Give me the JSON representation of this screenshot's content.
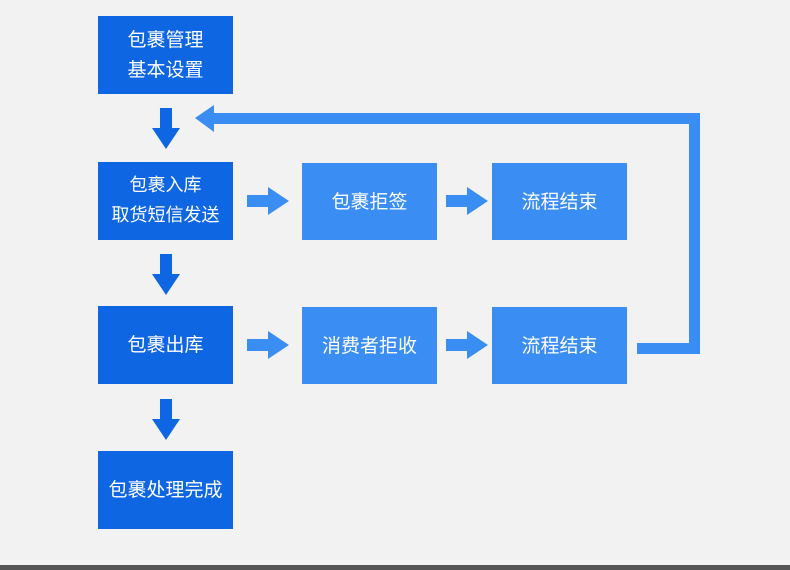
{
  "colors": {
    "dark_node": "#0f66e3",
    "light_node": "#3a8df2",
    "down_arrow": "#0f66e3",
    "right_arrow": "#3a8df2",
    "background": "#f2f2f2"
  },
  "nodes": {
    "basic_settings": {
      "line1": "包裹管理",
      "line2": "基本设置"
    },
    "inbound": {
      "line1": "包裹入库",
      "line2": "取货短信发送"
    },
    "reject_sign": {
      "label": "包裹拒签"
    },
    "end_top": {
      "label": "流程结束"
    },
    "outbound": {
      "label": "包裹出库"
    },
    "consumer_reject": {
      "label": "消费者拒收"
    },
    "end_bottom": {
      "label": "流程结束"
    },
    "complete": {
      "label": "包裹处理完成"
    }
  }
}
